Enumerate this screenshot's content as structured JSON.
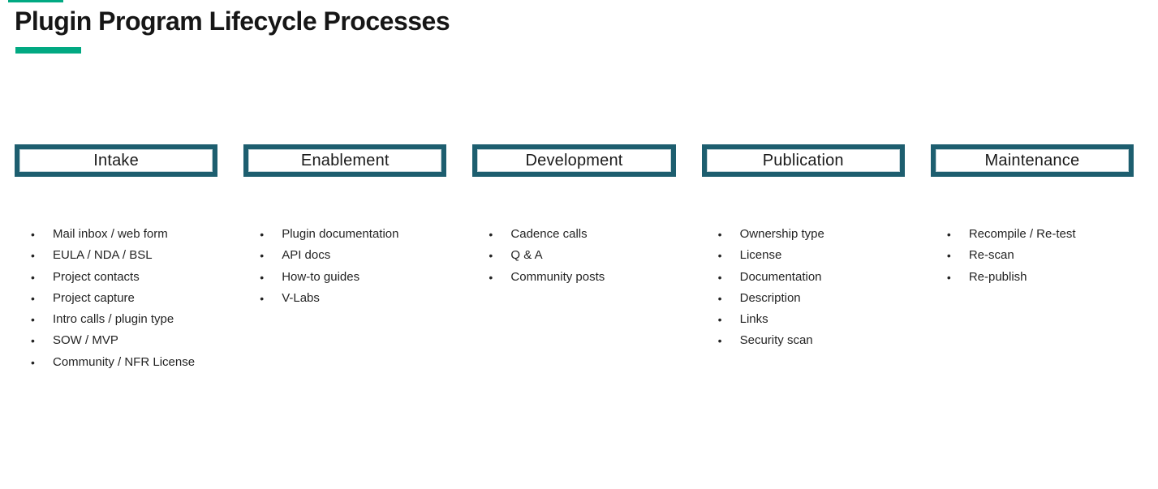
{
  "title": "Plugin Program Lifecycle Processes",
  "accent": {
    "green": "#01a982",
    "box_border": "#1d5e6f"
  },
  "bullet_glyph": "•",
  "columns": [
    {
      "header": "Intake",
      "items": [
        "Mail inbox / web form",
        "EULA / NDA / BSL",
        "Project contacts",
        "Project capture",
        "Intro calls / plugin type",
        "SOW / MVP",
        "Community / NFR License"
      ]
    },
    {
      "header": "Enablement",
      "items": [
        "Plugin documentation",
        "API docs",
        "How-to guides",
        "V-Labs"
      ]
    },
    {
      "header": "Development",
      "items": [
        "Cadence calls",
        "Q & A",
        "Community posts"
      ]
    },
    {
      "header": "Publication",
      "items": [
        "Ownership type",
        "License",
        "Documentation",
        "Description",
        "Links",
        "Security scan"
      ]
    },
    {
      "header": "Maintenance",
      "items": [
        "Recompile / Re-test",
        "Re-scan",
        "Re-publish"
      ]
    }
  ]
}
